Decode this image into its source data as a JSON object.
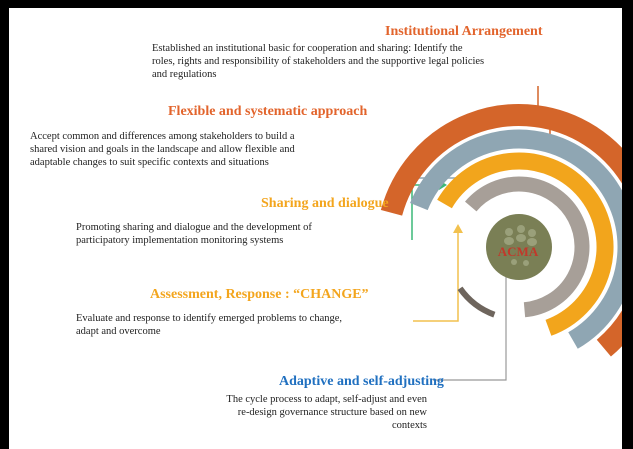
{
  "center_label": "ACMA",
  "colors": {
    "orange_dark": "#d4652a",
    "blue_grey": "#8fa6b3",
    "amber": "#f2a51c",
    "grey": "#a79f98",
    "olive": "#7a7f55",
    "title_orange": "#e2642c",
    "title_amber": "#f3a51d",
    "title_blue": "#2070c0",
    "arrow_green": "#3cb878",
    "arrow_amber": "#f2c14e"
  },
  "sections": [
    {
      "title": "Institutional Arrangement",
      "desc": [
        "Established an institutional basic for cooperation and sharing: Identify the",
        "roles, rights and responsibility of stakeholders and the supportive legal policies",
        "and regulations"
      ]
    },
    {
      "title": "Flexible and systematic approach",
      "desc": [
        "Accept common and differences among stakeholders to build a",
        "shared vision and goals in the landscape and allow flexible and",
        "adaptable changes to suit specific contexts and situations"
      ]
    },
    {
      "title": "Sharing and dialogue",
      "desc": [
        "Promoting sharing and dialogue and the development of",
        "participatory implementation monitoring systems"
      ]
    },
    {
      "title": "Assessment, Response : “CHANGE”",
      "desc": [
        "Evaluate and response to identify emerged problems to change,",
        "adapt and overcome"
      ]
    },
    {
      "title": "Adaptive and self-adjusting",
      "desc": [
        "The cycle process to adapt, self-adjust and even",
        "re-design governance structure based on new",
        "contexts"
      ]
    }
  ]
}
